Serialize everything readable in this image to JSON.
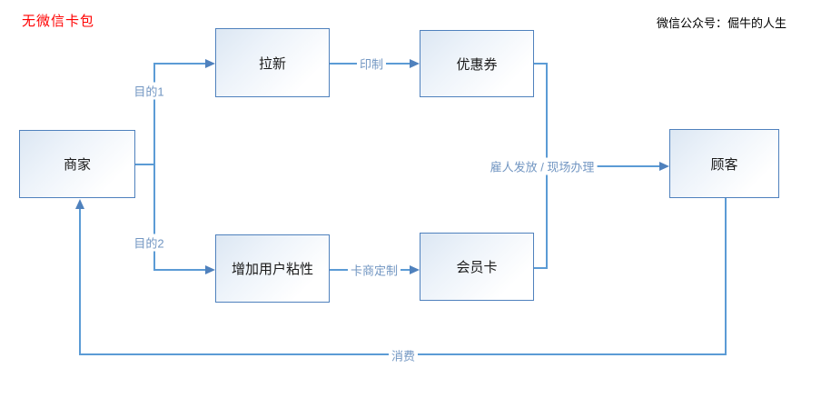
{
  "header": {
    "left_title": "无微信卡包",
    "right_title": "微信公众号：倔牛的人生"
  },
  "nodes": {
    "merchant": {
      "label": "商家"
    },
    "attract_new": {
      "label": "拉新"
    },
    "coupon": {
      "label": "优惠券"
    },
    "increase_stickiness": {
      "label": "增加用户粘性"
    },
    "membership_card": {
      "label": "会员卡"
    },
    "customer": {
      "label": "顾客"
    }
  },
  "edges": {
    "purpose1": {
      "label": "目的1"
    },
    "purpose2": {
      "label": "目的2"
    },
    "print": {
      "label": "印制"
    },
    "card_maker_custom": {
      "label": "卡商定制"
    },
    "distribute": {
      "label": "雇人发放 / 现场办理"
    },
    "consume": {
      "label": "消费"
    }
  },
  "colors": {
    "connector_line": "#5b9bd5",
    "box_border": "#4f81bd",
    "box_fill_top": "#dce7f3",
    "edge_label_text": "#7296c2",
    "left_title_red": "#ff0000",
    "right_title_black": "#000000"
  }
}
